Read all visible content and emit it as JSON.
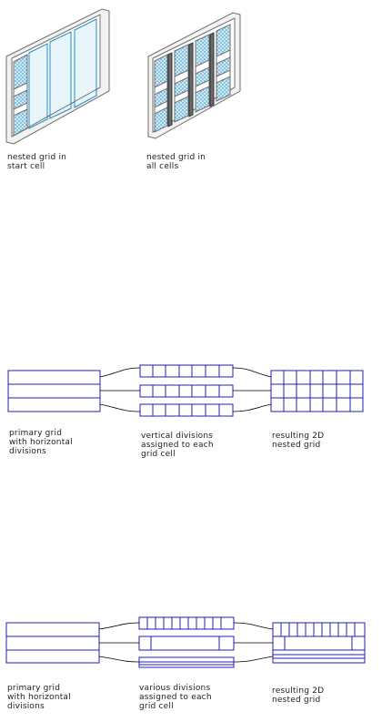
{
  "figures": {
    "iso_left": {
      "caption": [
        "nested grid in",
        "start cell"
      ]
    },
    "iso_right": {
      "caption": [
        "nested grid in",
        "all cells"
      ]
    }
  },
  "diagram_2d_a": {
    "left_caption": [
      "primary grid",
      "with horizontal",
      "divisions"
    ],
    "middle_caption": [
      "vertical divisions",
      "assigned to each",
      "grid cell"
    ],
    "right_caption": [
      "resulting 2D",
      "nested grid"
    ]
  },
  "diagram_2d_b": {
    "left_caption": [
      "primary grid",
      "with horizontal",
      "divisions"
    ],
    "middle_caption": [
      "various divisions",
      "assigned to each",
      "grid cell"
    ],
    "right_caption": [
      "resulting 2D",
      "nested grid"
    ]
  },
  "colors": {
    "grid_line": "#1f1fb4",
    "connector": "#000000",
    "glass": "#7fc8e6",
    "frame": "#8a8a8a"
  }
}
